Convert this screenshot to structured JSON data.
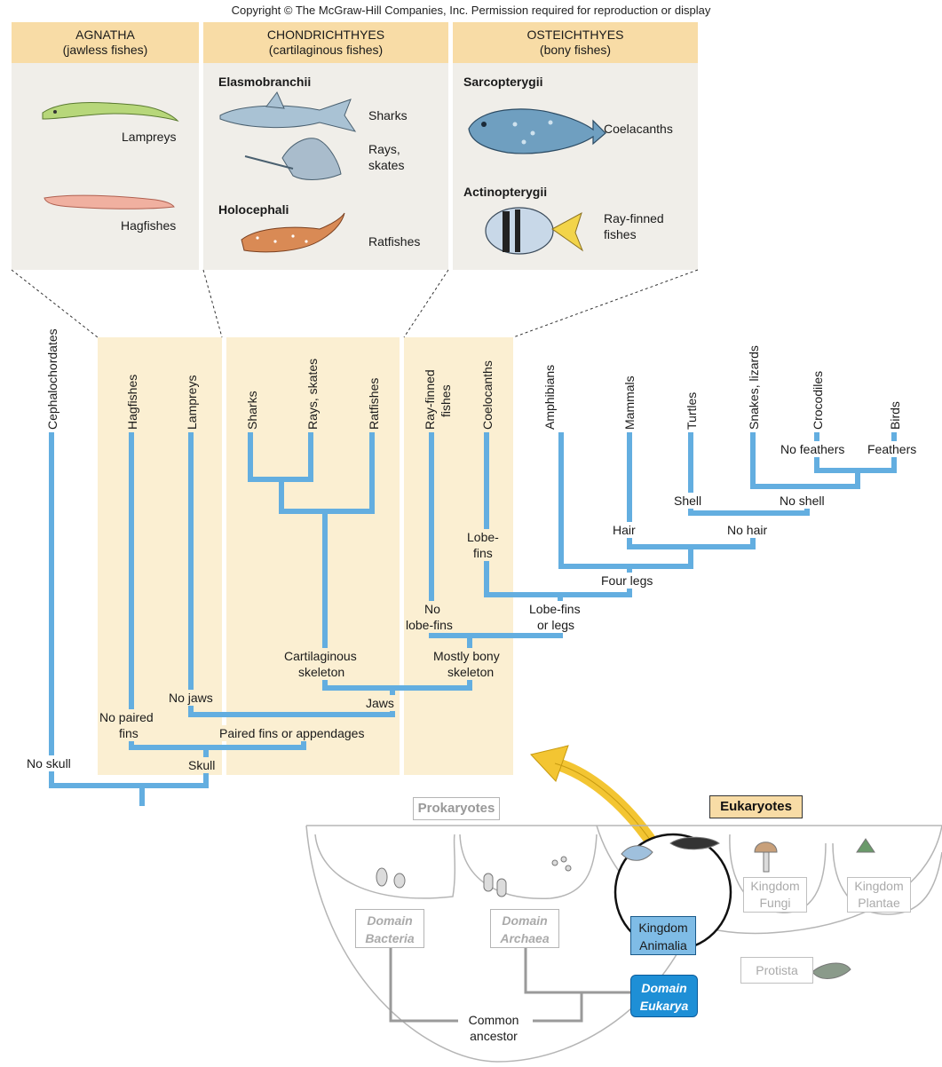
{
  "copyright": "Copyright © The McGraw-Hill Companies, Inc. Permission required for reproduction or display",
  "panels": {
    "agnatha": {
      "title": "AGNATHA",
      "subtitle": "(jawless fishes)",
      "lampreys": "Lampreys",
      "hagfishes": "Hagfishes"
    },
    "chondrichthyes": {
      "title": "CHONDRICHTHYES",
      "subtitle": "(cartilaginous fishes)",
      "elasmobranchii": "Elasmobranchii",
      "sharks": "Sharks",
      "rays1": "Rays,",
      "rays2": "skates",
      "holocephali": "Holocephali",
      "ratfishes": "Ratfishes"
    },
    "osteichthyes": {
      "title": "OSTEICHTHYES",
      "subtitle": "(bony fishes)",
      "sarcopterygii": "Sarcopterygii",
      "coelacanths": "Coelacanths",
      "actinopterygii": "Actinopterygii",
      "rayfinned1": "Ray-finned",
      "rayfinned2": "fishes"
    }
  },
  "taxa": {
    "cephalochordates": "Cephalochordates",
    "hagfishes": "Hagfishes",
    "lampreys": "Lampreys",
    "sharks": "Sharks",
    "rays_skates": "Rays, skates",
    "ratfishes": "Ratfishes",
    "rayfinned1": "Ray-finned",
    "rayfinned2": "fishes",
    "coelocanths": "Coelocanths",
    "amphibians": "Amphibians",
    "mammals": "Mammals",
    "turtles": "Turtles",
    "snakes_lizards": "Snakes, lizards",
    "crocodiles": "Crocodiles",
    "birds": "Birds"
  },
  "characters": {
    "no_feathers": "No feathers",
    "feathers": "Feathers",
    "shell": "Shell",
    "no_shell": "No shell",
    "hair": "Hair",
    "no_hair": "No hair",
    "lobe_fins_a": "Lobe-",
    "lobe_fins_b": "fins",
    "four_legs": "Four legs",
    "no_lobe_a": "No",
    "no_lobe_b": "lobe-fins",
    "lobe_or_legs_a": "Lobe-fins",
    "lobe_or_legs_b": "or legs",
    "cartilaginous_a": "Cartilaginous",
    "cartilaginous_b": "skeleton",
    "mostly_bony_a": "Mostly bony",
    "mostly_bony_b": "skeleton",
    "no_jaws": "No jaws",
    "jaws": "Jaws",
    "no_paired_a": "No paired",
    "no_paired_b": "fins",
    "paired_fins": "Paired fins or appendages",
    "no_skull": "No skull",
    "skull": "Skull"
  },
  "domains": {
    "prokaryotes": "Prokaryotes",
    "eukaryotes": "Eukaryotes",
    "bacteria1": "Domain",
    "bacteria2": "Bacteria",
    "archaea1": "Domain",
    "archaea2": "Archaea",
    "eukarya1": "Domain",
    "eukarya2": "Eukarya",
    "animalia1": "Kingdom",
    "animalia2": "Animalia",
    "fungi1": "Kingdom",
    "fungi2": "Fungi",
    "plantae1": "Kingdom",
    "plantae2": "Plantae",
    "protista": "Protista",
    "common1": "Common",
    "common2": "ancestor"
  },
  "colors": {
    "branch": "#63aee0",
    "panel_header": "#f8dca6",
    "panel_body": "#f0eee9",
    "band": "#fbefd2",
    "domain_eukarya": "#1e8fd6",
    "animalia": "#7fbce6",
    "arrow": "#f3c532",
    "grey": "#b5b5b5"
  },
  "icons": [
    "lamprey-icon",
    "hagfish-icon",
    "shark-icon",
    "ray-icon",
    "ratfish-icon",
    "coelacanth-icon",
    "rayfinned-fish-icon"
  ]
}
